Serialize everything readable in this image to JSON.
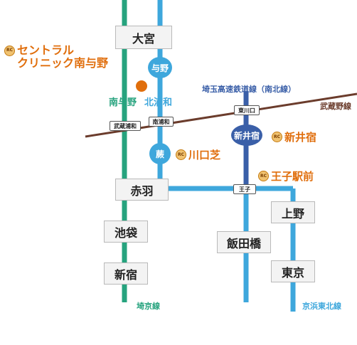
{
  "colors": {
    "saikyo": "#26a37e",
    "keihin_tohoku": "#3ea7dc",
    "saitama_rapid": "#3a5fa8",
    "musashino": "#6b3c2c",
    "clinic": "#e06e0c",
    "box_fill": "#f3f3f3",
    "box_border": "#b9b9b9"
  },
  "stations": {
    "omiya": "大宮",
    "akabane": "赤羽",
    "ikebukuro": "池袋",
    "shinjuku": "新宿",
    "ueno": "上野",
    "iidabashi": "飯田橋",
    "tokyo": "東京",
    "yono": "与野",
    "minami_yono": "南与野",
    "kita_urawa": "北浦和",
    "warabi": "蕨",
    "shin_ikebukuro_rapid": "新井宿",
    "musashi_urawa": "武蔵浦和",
    "minami_urawa": "南浦和",
    "higashi_kawaguchi": "東川口",
    "oji": "王子"
  },
  "lines": {
    "saitama_rapid": "埼玉高速鉄道線（南北線）",
    "musashino": "武蔵野線",
    "saikyo": "埼京線",
    "keihin_tohoku": "京浜東北線"
  },
  "clinics": {
    "minami_yono_line1": "セントラル",
    "minami_yono_line2": "クリニック南与野",
    "shin_araijuku": "新井宿",
    "kawaguchi_shiba": "川口芝",
    "oji_ekimae": "王子駅前",
    "badge": "RC"
  }
}
